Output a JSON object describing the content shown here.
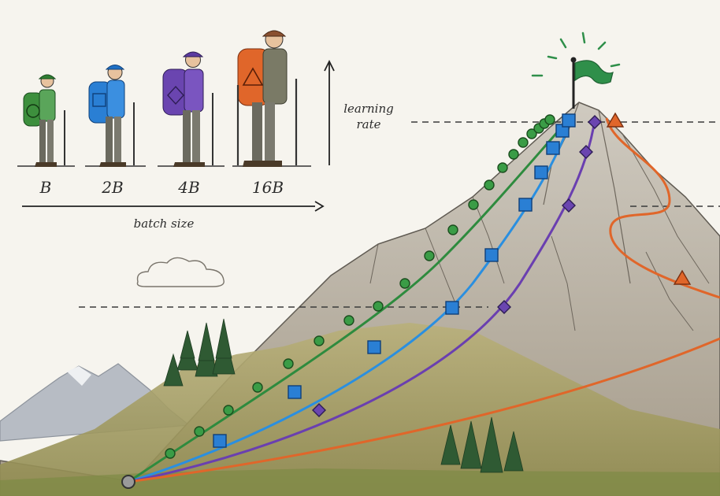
{
  "hikers": [
    {
      "label": "B",
      "color": "#2e7d32",
      "marker": "circle"
    },
    {
      "label": "2B",
      "color": "#1e6fc4",
      "marker": "square"
    },
    {
      "label": "4B",
      "color": "#5b3aa0",
      "marker": "diamond"
    },
    {
      "label": "16B",
      "color": "#e0662a",
      "marker": "triangle"
    }
  ],
  "axes": {
    "x_label": "batch size",
    "y_label_line1": "learning",
    "y_label_line2": "rate"
  },
  "colors": {
    "green": "#2e8b3e",
    "blue": "#2a8fe0",
    "purple": "#6a3fb0",
    "orange": "#e0662a",
    "flag": "#2f8f4a",
    "sky": "#f6f4ee"
  }
}
